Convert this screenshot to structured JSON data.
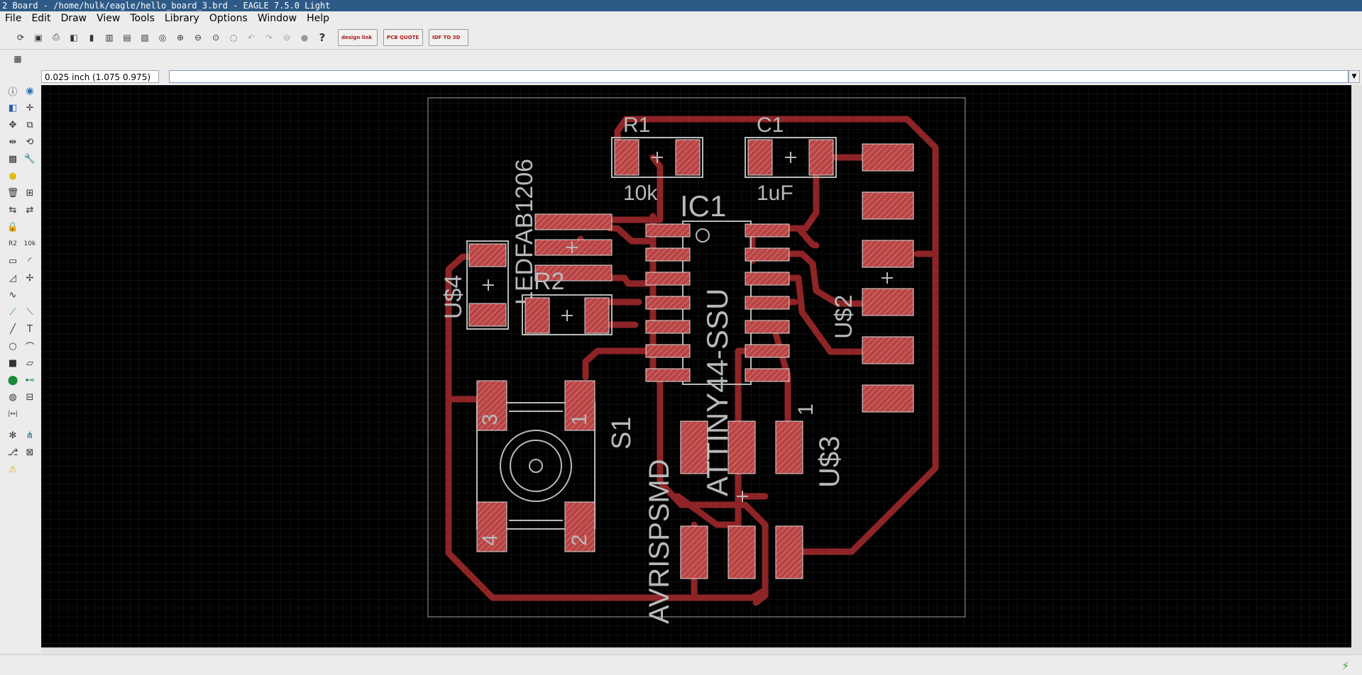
{
  "window": {
    "title": "2 Board - /home/hulk/eagle/hello_board_3.brd - EAGLE 7.5.0 Light"
  },
  "menu": [
    "File",
    "Edit",
    "Draw",
    "View",
    "Tools",
    "Library",
    "Options",
    "Window",
    "Help"
  ],
  "toolbar": {
    "design_link": "design link",
    "pcb_quote": "PCB QUOTE",
    "idf_to_3d": "IDF TO 3D",
    "help": "?"
  },
  "coord": {
    "readout": "0.025 inch (1.075 0.975)"
  },
  "command": {
    "value": ""
  },
  "board": {
    "labels": {
      "r1_name": "R1",
      "r1_value": "10k",
      "c1_name": "C1",
      "c1_value": "1uF",
      "ic1_name": "IC1",
      "ic1_value": "ATTINY44-SSU",
      "led": "LEDFAB1206",
      "r2_name": "R2",
      "u4": "U$4",
      "u2": "U$2",
      "u3": "U$3",
      "u3_pin": "1",
      "s1": "S1",
      "avr": "AVRISPSMD",
      "sw_pin3": "3",
      "sw_pin1": "1",
      "sw_pin4": "4",
      "sw_pin2": "2"
    }
  },
  "colors": {
    "trace": "#8e2426",
    "pad": "#c04848",
    "silk": "#b9b9b9",
    "grid": "#1c1c1c",
    "background": "#000000",
    "titlebar": "#2e5a87"
  }
}
